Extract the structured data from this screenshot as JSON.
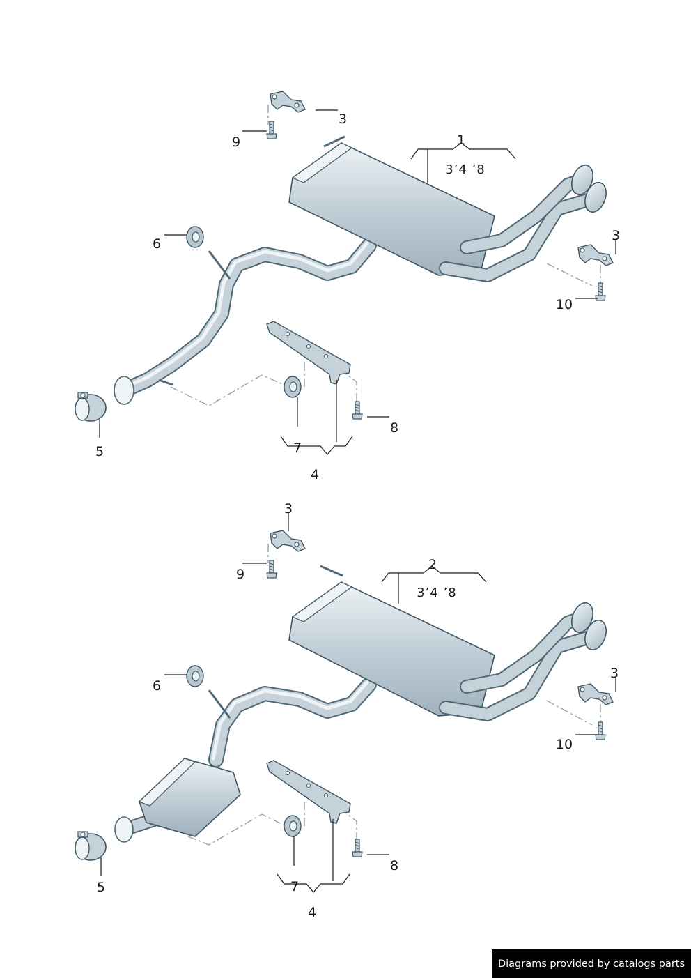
{
  "diagrams": [
    {
      "callouts": {
        "part_1": "1",
        "part_1_code": "3’4 ’8",
        "part_3a": "3",
        "part_3b": "3",
        "part_4": "4",
        "part_5": "5",
        "part_6": "6",
        "part_7": "7",
        "part_8": "8",
        "part_9": "9",
        "part_10": "10"
      }
    },
    {
      "callouts": {
        "part_2": "2",
        "part_2_code": "3’4 ’8",
        "part_3a": "3",
        "part_3b": "3",
        "part_4": "4",
        "part_5": "5",
        "part_6": "6",
        "part_7": "7",
        "part_8": "8",
        "part_9": "9",
        "part_10": "10"
      }
    }
  ],
  "footer": {
    "credit": "Diagrams provided by catalogs parts"
  },
  "colors": {
    "part_fill": "#c6d2da",
    "part_highlight": "#eef3f6",
    "part_outline": "#3e5563",
    "dash_line": "#8fa6b4",
    "label_text": "#1a1a1a",
    "credit_bg": "#000000",
    "credit_text": "#ffffff"
  }
}
